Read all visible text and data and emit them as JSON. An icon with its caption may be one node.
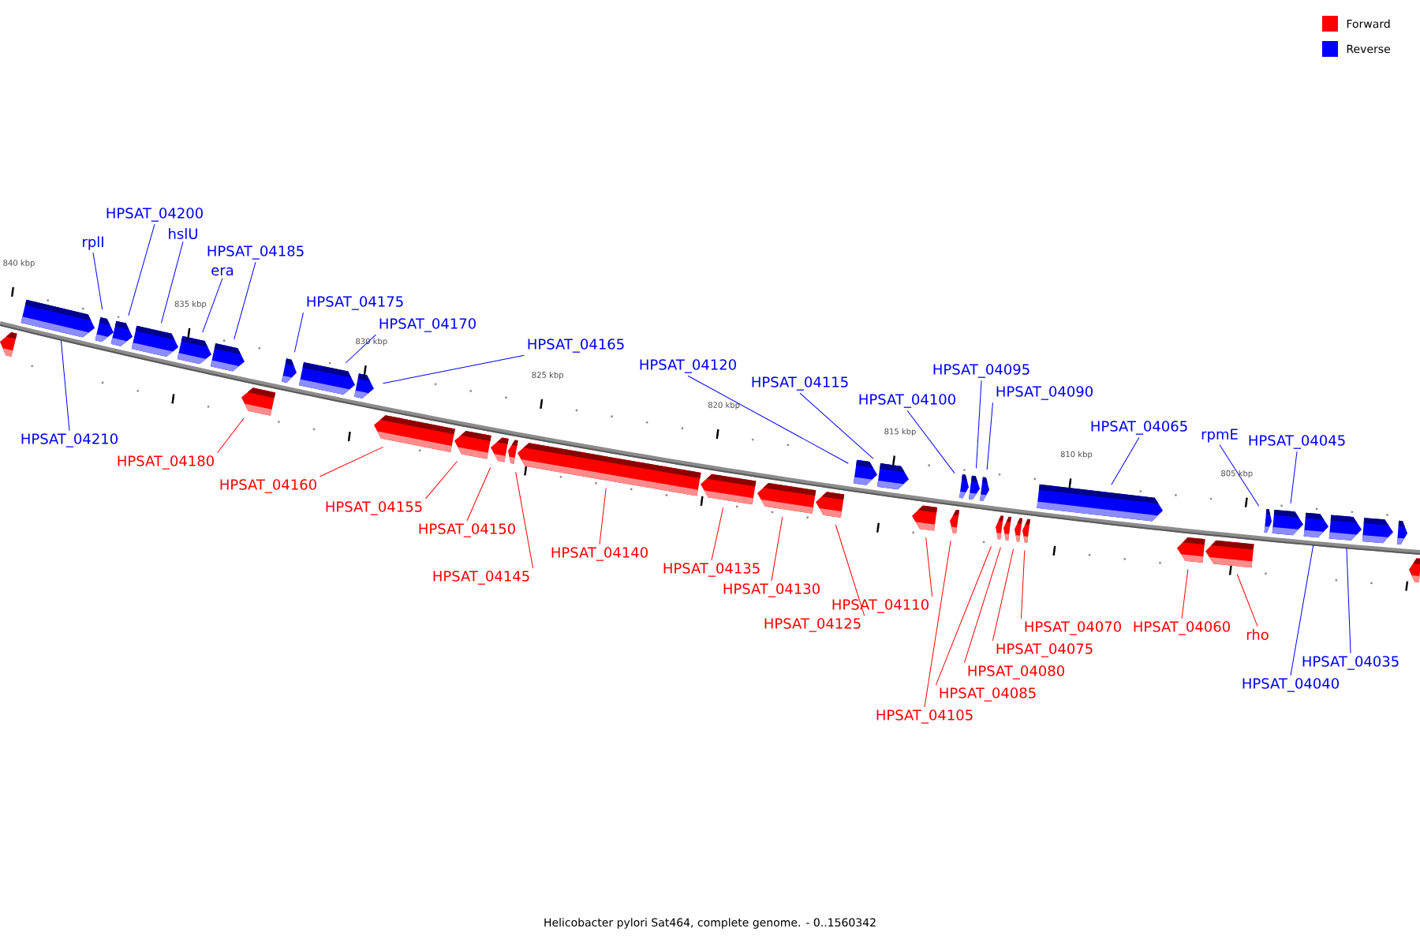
{
  "diagram": {
    "caption": "Helicobacter pylori Sat464, complete genome. - 0..1560342",
    "nodes": [
      {
        "text": [],
        "shape": "arrow"
      },
      {
        "text": [],
        "shape": "arrow"
      },
      {
        "text": [],
        "shape": "arrow"
      },
      {
        "text": [],
        "shape": "arrow"
      },
      {
        "text": [],
        "shape": "arrow"
      },
      {
        "text": [],
        "shape": "arrow"
      },
      {
        "text": [],
        "shape": "arrow"
      },
      {
        "text": [],
        "shape": "arrow"
      },
      {
        "text": [],
        "shape": "arrow"
      },
      {
        "text": [],
        "shape": "arrow"
      },
      {
        "text": [],
        "shape": "arrow"
      },
      {
        "text": [],
        "shape": "arrow"
      },
      {
        "text": [],
        "shape": "arrow"
      },
      {
        "text": [],
        "shape": "arrow"
      },
      {
        "text": [],
        "shape": "arrow"
      },
      {
        "text": [],
        "shape": "arrow"
      },
      {
        "text": [],
        "shape": "arrow"
      },
      {
        "text": [],
        "shape": "arrow"
      },
      {
        "text": [],
        "shape": "arrow"
      },
      {
        "text": [],
        "shape": "arrow"
      },
      {
        "text": [],
        "shape": "arrow"
      },
      {
        "text": [],
        "shape": "arrow"
      },
      {
        "text": [],
        "shape": "arrow"
      },
      {
        "text": [],
        "shape": "arrow"
      },
      {
        "text": [],
        "shape": "arrow"
      },
      {
        "text": [],
        "shape": "arrow"
      },
      {
        "text": [],
        "shape": "arrow"
      },
      {
        "text": [],
        "shape": "arrow"
      },
      {
        "text": [],
        "shape": "arrow"
      },
      {
        "text": [],
        "shape": "arrow"
      },
      {
        "text": [],
        "shape": "arrow"
      },
      {
        "text": [],
        "shape": "arrow"
      },
      {
        "text": [],
        "shape": "arrow"
      },
      {
        "text": [],
        "shape": "arrow"
      },
      {
        "text": [],
        "shape": "arrow"
      },
      {
        "text": [],
        "shape": "arrow"
      },
      {
        "text": [],
        "shape": "arrow"
      },
      {
        "text": [],
        "shape": "arrow"
      },
      {
        "text": [],
        "shape": "arrow"
      },
      {
        "text": [],
        "shape": "arrow"
      },
      {
        "text": [
          "HPSAT_04200"
        ]
      },
      {
        "text": [
          "rplI"
        ]
      },
      {
        "text": [
          "hslU"
        ]
      },
      {
        "text": [
          "era"
        ]
      },
      {
        "text": [
          "HPSAT_04185"
        ]
      },
      {
        "text": [
          "HPSAT_04175"
        ]
      },
      {
        "text": [
          "HPSAT_04170"
        ]
      },
      {
        "text": [
          "HPSAT_04165"
        ]
      },
      {
        "text": [
          "HPSAT_04120"
        ]
      },
      {
        "text": [
          "HPSAT_04115"
        ]
      },
      {
        "text": [
          "HPSAT_04100"
        ]
      },
      {
        "text": [
          "HPSAT_04095"
        ]
      },
      {
        "text": [
          "HPSAT_04090"
        ]
      },
      {
        "text": [
          "HPSAT_04065"
        ]
      },
      {
        "text": [
          "rpmE"
        ]
      },
      {
        "text": [
          "HPSAT_04045"
        ]
      },
      {
        "text": [
          "HPSAT_04210"
        ]
      },
      {
        "text": [
          "HPSAT_04180"
        ]
      },
      {
        "text": [
          "HPSAT_04160"
        ]
      },
      {
        "text": [
          "HPSAT_04155"
        ]
      },
      {
        "text": [
          "HPSAT_04150"
        ]
      },
      {
        "text": [
          "HPSAT_04145"
        ]
      },
      {
        "text": [
          "HPSAT_04140"
        ]
      },
      {
        "text": [
          "HPSAT_04135"
        ]
      },
      {
        "text": [
          "HPSAT_04130"
        ]
      },
      {
        "text": [
          "HPSAT_04125"
        ]
      },
      {
        "text": [
          "HPSAT_04110"
        ]
      },
      {
        "text": [
          "HPSAT_04070"
        ]
      },
      {
        "text": [
          "HPSAT_04075"
        ]
      },
      {
        "text": [
          "HPSAT_04080"
        ]
      },
      {
        "text": [
          "HPSAT_04085"
        ]
      },
      {
        "text": [
          "HPSAT_04105"
        ]
      },
      {
        "text": [
          "HPSAT_04060"
        ]
      },
      {
        "text": [
          "rho"
        ]
      },
      {
        "text": [
          "HPSAT_04035"
        ]
      },
      {
        "text": [
          "HPSAT_04040"
        ]
      }
    ],
    "edges": [
      {
        "from": 40,
        "to": 3,
        "arrow": "none"
      },
      {
        "from": 41,
        "to": 2,
        "arrow": "none"
      },
      {
        "from": 42,
        "to": 4,
        "arrow": "none"
      },
      {
        "from": 43,
        "to": 5,
        "arrow": "none"
      },
      {
        "from": 44,
        "to": 6,
        "arrow": "none"
      },
      {
        "from": 45,
        "to": 8,
        "arrow": "none"
      },
      {
        "from": 46,
        "to": 9,
        "arrow": "none"
      },
      {
        "from": 47,
        "to": 10,
        "arrow": "none"
      },
      {
        "from": 48,
        "to": 19,
        "arrow": "none"
      },
      {
        "from": 49,
        "to": 20,
        "arrow": "none"
      },
      {
        "from": 50,
        "to": 23,
        "arrow": "none"
      },
      {
        "from": 51,
        "to": 24,
        "arrow": "none"
      },
      {
        "from": 52,
        "to": 25,
        "arrow": "none"
      },
      {
        "from": 53,
        "to": 30,
        "arrow": "none"
      },
      {
        "from": 54,
        "to": 33,
        "arrow": "none"
      },
      {
        "from": 55,
        "to": 34,
        "arrow": "none"
      },
      {
        "from": 56,
        "to": 1,
        "arrow": "none"
      },
      {
        "from": 57,
        "to": 7,
        "arrow": "none",
        "color": "#ff0000"
      },
      {
        "from": 58,
        "to": 11,
        "arrow": "none",
        "color": "#ff0000"
      },
      {
        "from": 59,
        "to": 12,
        "arrow": "none",
        "color": "#ff0000"
      },
      {
        "from": 60,
        "to": 13,
        "arrow": "none",
        "color": "#ff0000"
      },
      {
        "from": 61,
        "to": 14,
        "arrow": "none",
        "color": "#ff0000"
      },
      {
        "from": 62,
        "to": 15,
        "arrow": "none",
        "color": "#ff0000"
      },
      {
        "from": 63,
        "to": 16,
        "arrow": "none",
        "color": "#ff0000"
      },
      {
        "from": 64,
        "to": 17,
        "arrow": "none",
        "color": "#ff0000"
      },
      {
        "from": 65,
        "to": 18,
        "arrow": "none",
        "color": "#ff0000"
      },
      {
        "from": 66,
        "to": 21,
        "arrow": "none",
        "color": "#ff0000"
      },
      {
        "from": 67,
        "to": 29,
        "arrow": "none",
        "color": "#ff0000"
      },
      {
        "from": 68,
        "to": 28,
        "arrow": "none",
        "color": "#ff0000"
      },
      {
        "from": 69,
        "to": 27,
        "arrow": "none",
        "color": "#ff0000"
      },
      {
        "from": 70,
        "to": 26,
        "arrow": "none",
        "color": "#ff0000"
      },
      {
        "from": 71,
        "to": 22,
        "arrow": "none",
        "color": "#ff0000"
      },
      {
        "from": 72,
        "to": 31,
        "arrow": "none",
        "color": "#ff0000"
      },
      {
        "from": 73,
        "to": 32,
        "arrow": "none",
        "color": "#ff0000"
      },
      {
        "from": 74,
        "to": 36,
        "arrow": "none"
      },
      {
        "from": 75,
        "to": 35,
        "arrow": "none"
      }
    ],
    "labels": [
      "840 kbp",
      "835 kbp",
      "830 kbp",
      "825 kbp",
      "820 kbp",
      "815 kbp",
      "810 kbp",
      "805 kbp"
    ],
    "legend": [
      {
        "text": "Forward",
        "color": "#ff0000"
      },
      {
        "text": "Reverse",
        "color": "#0000ff"
      }
    ]
  }
}
